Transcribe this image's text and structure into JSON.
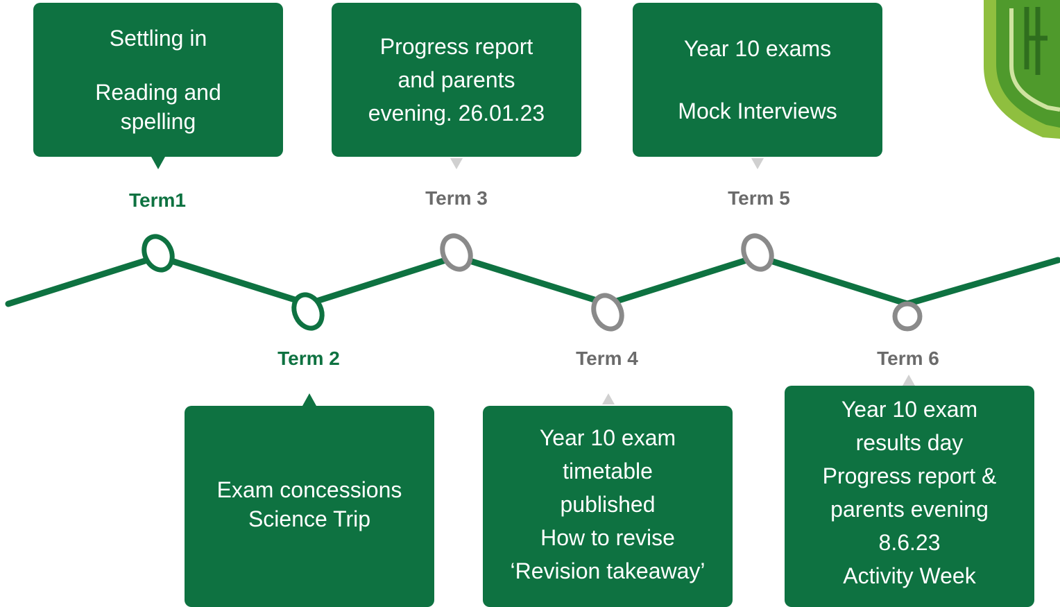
{
  "colors": {
    "green": "#0e7241",
    "grey": "#8a8a8a",
    "grey_text": "#6b6b6b",
    "pointer_grey": "#d0d0d0"
  },
  "terms": [
    {
      "label": "Term1",
      "state": "active"
    },
    {
      "label": "Term 2",
      "state": "active"
    },
    {
      "label": "Term 3",
      "state": "inactive"
    },
    {
      "label": "Term 4",
      "state": "inactive"
    },
    {
      "label": "Term 5",
      "state": "inactive"
    },
    {
      "label": "Term 6",
      "state": "inactive"
    }
  ],
  "boxes": {
    "term1": {
      "lines": [
        "Settling in",
        "Reading and",
        "spelling"
      ]
    },
    "term2": {
      "lines": [
        "Exam concessions",
        "Science Trip"
      ]
    },
    "term3": {
      "lines": [
        "Progress report",
        "and parents",
        "evening. 26.01.23"
      ]
    },
    "term4": {
      "lines": [
        "Year 10 exam",
        "timetable",
        "published",
        "How to revise",
        "‘Revision takeaway’"
      ]
    },
    "term5": {
      "lines": [
        "Year 10 exams",
        "Mock Interviews"
      ]
    },
    "term6": {
      "lines": [
        "Year 10 exam",
        "results day",
        "Progress report &",
        "parents evening",
        "8.6.23",
        "Activity Week"
      ]
    }
  },
  "logo": {
    "icon": "school-crest-icon"
  }
}
